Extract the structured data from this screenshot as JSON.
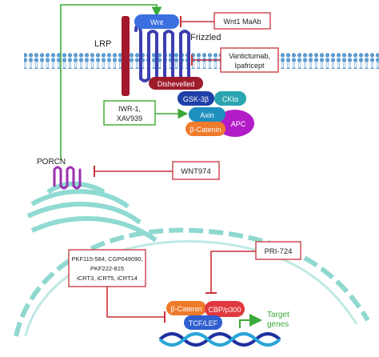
{
  "labels": {
    "lrp": "LRP",
    "frizzled": "Frizzled",
    "porcn": "PORCN",
    "target_genes_line1": "Target",
    "target_genes_line2": "genes"
  },
  "proteins": {
    "wnt": "Wnt",
    "dishevelled": "Dishevelled",
    "gsk3b": "GSK-3β",
    "ck1a": "CKIα",
    "axin": "Axin",
    "apc": "APC",
    "beta_catenin_cyto": "β-Catenin",
    "beta_catenin_nuc": "β-Catenin",
    "cbp_p300": "CBP/p300",
    "tcf_lef": "TCF/LEF"
  },
  "inhibitors": {
    "wnt1_mab": "Wnt1 MaAb",
    "vanticutumab_line1": "Vantictumab,",
    "vanticutumab_line2": "Ipafricept",
    "iwr_line1": "IWR-1,",
    "iwr_line2": "XAV939",
    "wnt974": "WNT974",
    "pri724": "PRI-724",
    "pkf_line1": "PKF115-584, CGP049090,",
    "pkf_line2": "PKF222-815",
    "pkf_line3": "iCRT3, iCRT5, iCRT14"
  },
  "colors": {
    "wnt": "#3b6fe0",
    "frizzled": "#3b3fb0",
    "lrp": "#a3182c",
    "dishevelled": "#9e1b2b",
    "gsk3b": "#1f3fa8",
    "ck1a": "#2aa5b0",
    "axin": "#1f8fc0",
    "apc": "#b21cc7",
    "beta_catenin": "#ef7a2a",
    "cbp_p300": "#e0383f",
    "tcf_lef": "#2f5fd0",
    "porcn": "#9a2fb0",
    "inhibitor_border": "#c8313a",
    "activator_border": "#4caf3a",
    "membrane": "#4f93c9",
    "nucleus": "#8fd8d0",
    "arrow_green": "#3aaa3a"
  }
}
